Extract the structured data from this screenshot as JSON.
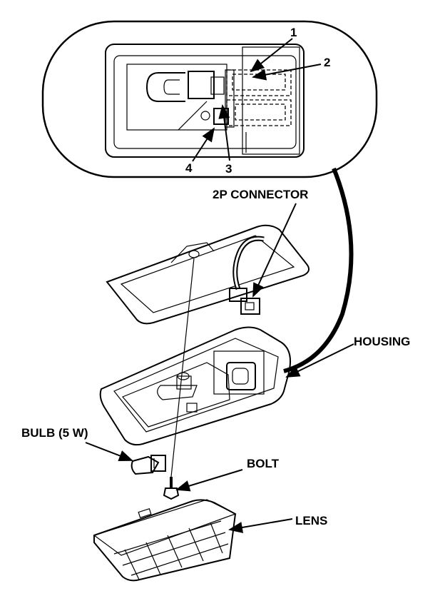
{
  "callouts": {
    "n1": "1",
    "n2": "2",
    "n3": "3",
    "n4": "4"
  },
  "labels": {
    "connector": "2P CONNECTOR",
    "housing": "HOUSING",
    "bulb": "BULB (5 W)",
    "bolt": "BOLT",
    "lens": "LENS"
  }
}
